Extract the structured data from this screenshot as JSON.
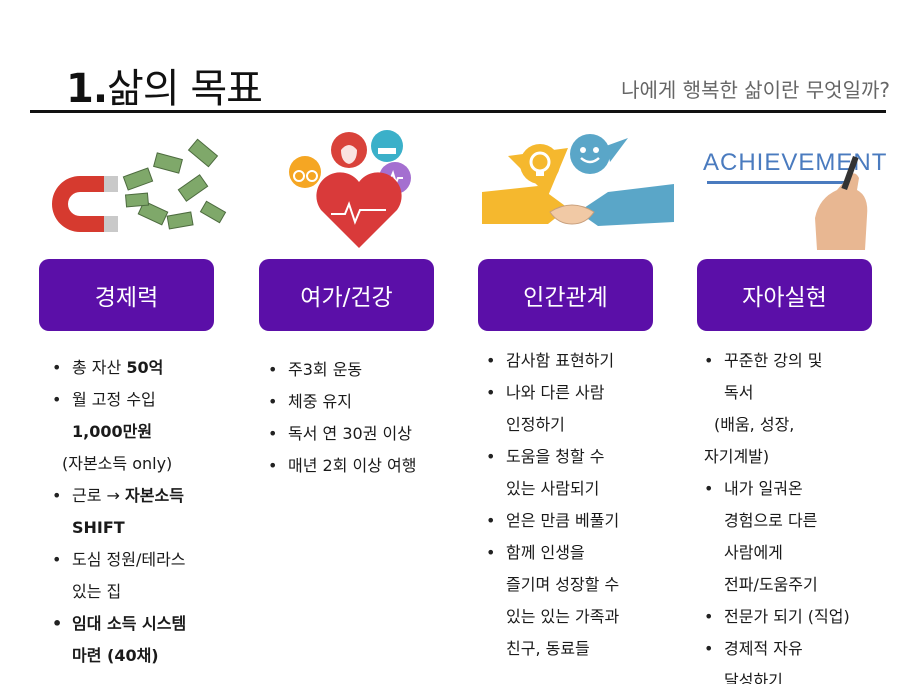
{
  "header": {
    "title_num": "1.",
    "title_text": "삶의 목표",
    "subtitle": "나에게 행복한 삶이란 무엇일까?"
  },
  "illustrations": {
    "achievement_text": "ACHIEVEMENT"
  },
  "categories": [
    {
      "label": "경제력"
    },
    {
      "label": "여가/건강"
    },
    {
      "label": "인간관계"
    },
    {
      "label": "자아실현"
    }
  ],
  "col1": [
    "총 자산 ",
    "50억",
    "월 고정 수입",
    "1,000만원",
    "(자본소득 only)",
    "근로 → ",
    "자본소득",
    "SHIFT",
    "도심 정원/테라스",
    "있는 집",
    "임대 소득 시스템",
    "마련 (40채)"
  ],
  "col2": [
    "주3회 운동",
    "체중 유지",
    "독서 연 30권 이상",
    "매년 2회 이상 여행"
  ],
  "col3": [
    "감사함 표현하기",
    "나와 다른 사람",
    "인정하기",
    "도움을 청할 수",
    "있는 사람되기",
    "얻은 만큼 베풀기",
    "함께 인생을",
    "즐기며 성장할 수",
    "있는 있는 가족과",
    "친구, 동료들"
  ],
  "col4": [
    "꾸준한 강의 및",
    "독서",
    "(배움, 성장,",
    "자기계발)",
    "내가 일궈온",
    "경험으로 다른",
    "사람에게",
    "전파/도움주기",
    "전문가 되기 (직업)",
    "경제적 자유",
    "달성하기"
  ],
  "colors": {
    "category_bg": "#5b0fa8",
    "rule": "#111111",
    "subtitle": "#666666",
    "heart": "#d93a3a",
    "apple": "#d9423a",
    "sleep_bubble": "#3bb0c9",
    "bike_bubble": "#f5a623",
    "pulse_bubble": "#a46fd0",
    "speech_yellow": "#f5b82e",
    "speech_blue": "#5aa6c8"
  }
}
